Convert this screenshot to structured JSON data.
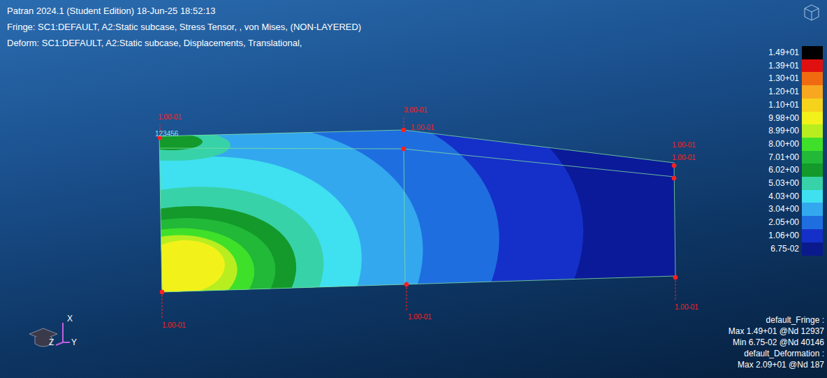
{
  "diagram": {
    "labels": [
      "Patran 2024.1 (Student Edition) 18-Jun-25 18:52:13",
      "Fringe: SC1:DEFAULT, A2:Static subcase, Stress Tensor, , von Mises, (NON-LAYERED)",
      "Deform: SC1:DEFAULT, A2:Static subcase, Displacements, Translational,",
      "1.00-01",
      "123456",
      "3.00-01",
      "1.00-01",
      "1.00-01",
      "1.00-01",
      "1.00-01",
      "1.00-01",
      "1.00-01",
      "X",
      "Y",
      "Z",
      "default_Fringe :",
      "Max 1.49+01 @Nd 12937",
      "Min 6.75-02 @Nd 40146",
      "default_Deformation :",
      "Max 2.09+01 @Nd 187"
    ],
    "legend": [
      {
        "text": "1.49+01",
        "color": "#000000"
      },
      {
        "text": "1.39+01",
        "color": "#e01010"
      },
      {
        "text": "1.30+01",
        "color": "#f06a10"
      },
      {
        "text": "1.20+01",
        "color": "#f7a820"
      },
      {
        "text": "1.10+01",
        "color": "#f5d21c"
      },
      {
        "text": "9.98+00",
        "color": "#f2f21a"
      },
      {
        "text": "8.99+00",
        "color": "#b8ee20"
      },
      {
        "text": "8.00+00",
        "color": "#3fe02a"
      },
      {
        "text": "7.01+00",
        "color": "#22b838"
      },
      {
        "text": "6.02+00",
        "color": "#139a2a"
      },
      {
        "text": "5.03+00",
        "color": "#38d2a8"
      },
      {
        "text": "4.03+00",
        "color": "#3fe0f0"
      },
      {
        "text": "3.04+00",
        "color": "#33a8ee"
      },
      {
        "text": "2.05+00",
        "color": "#1f6ee0"
      },
      {
        "text": "1.06+00",
        "color": "#1530c8"
      },
      {
        "text": "6.75-02",
        "color": "#0a1a8c"
      }
    ]
  }
}
